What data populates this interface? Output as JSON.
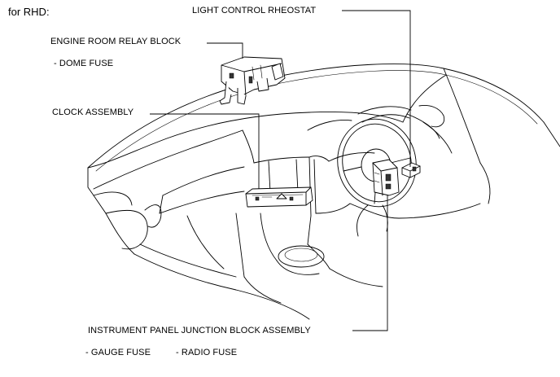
{
  "header": {
    "title": "for RHD:"
  },
  "labels": {
    "light_control_rheostat": "LIGHT CONTROL RHEOSTAT",
    "engine_room_relay_block": "ENGINE ROOM RELAY BLOCK",
    "dome_fuse": "- DOME FUSE",
    "clock_assembly": "CLOCK ASSEMBLY",
    "instrument_panel_junction_block": "INSTRUMENT PANEL JUNCTION BLOCK ASSEMBLY",
    "gauge_fuse": "- GAUGE FUSE",
    "radio_fuse": "- RADIO FUSE"
  }
}
